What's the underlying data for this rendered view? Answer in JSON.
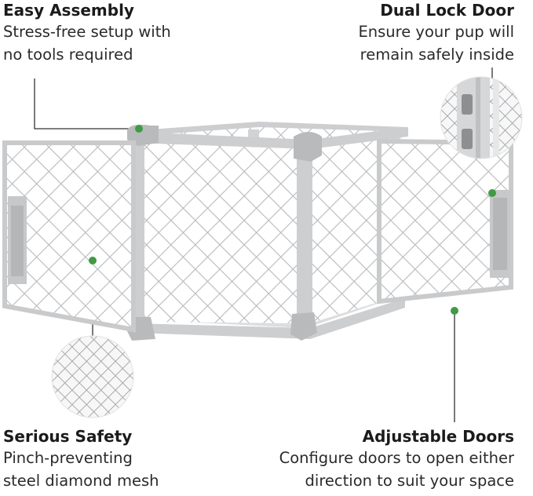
{
  "callouts": {
    "easy_assembly": {
      "title": "Easy Assembly",
      "lines": [
        "Stress-free setup with",
        "no tools required"
      ]
    },
    "dual_lock_door": {
      "title": "Dual Lock Door",
      "lines": [
        "Ensure your pup will",
        "remain safely inside"
      ]
    },
    "serious_safety": {
      "title": "Serious Safety",
      "lines": [
        "Pinch-preventing",
        "steel diamond mesh"
      ]
    },
    "adjustable_doors": {
      "title": "Adjustable Doors",
      "lines": [
        "Configure doors to open either",
        "direction to suit your space"
      ]
    }
  },
  "colors": {
    "marker": "#3f9b45",
    "frame": "#c8c9cb",
    "mesh": "#b7b8ba",
    "floor": "#d9dadb",
    "leader": "#333333"
  },
  "product": {
    "name": "dog-crate-icon"
  }
}
